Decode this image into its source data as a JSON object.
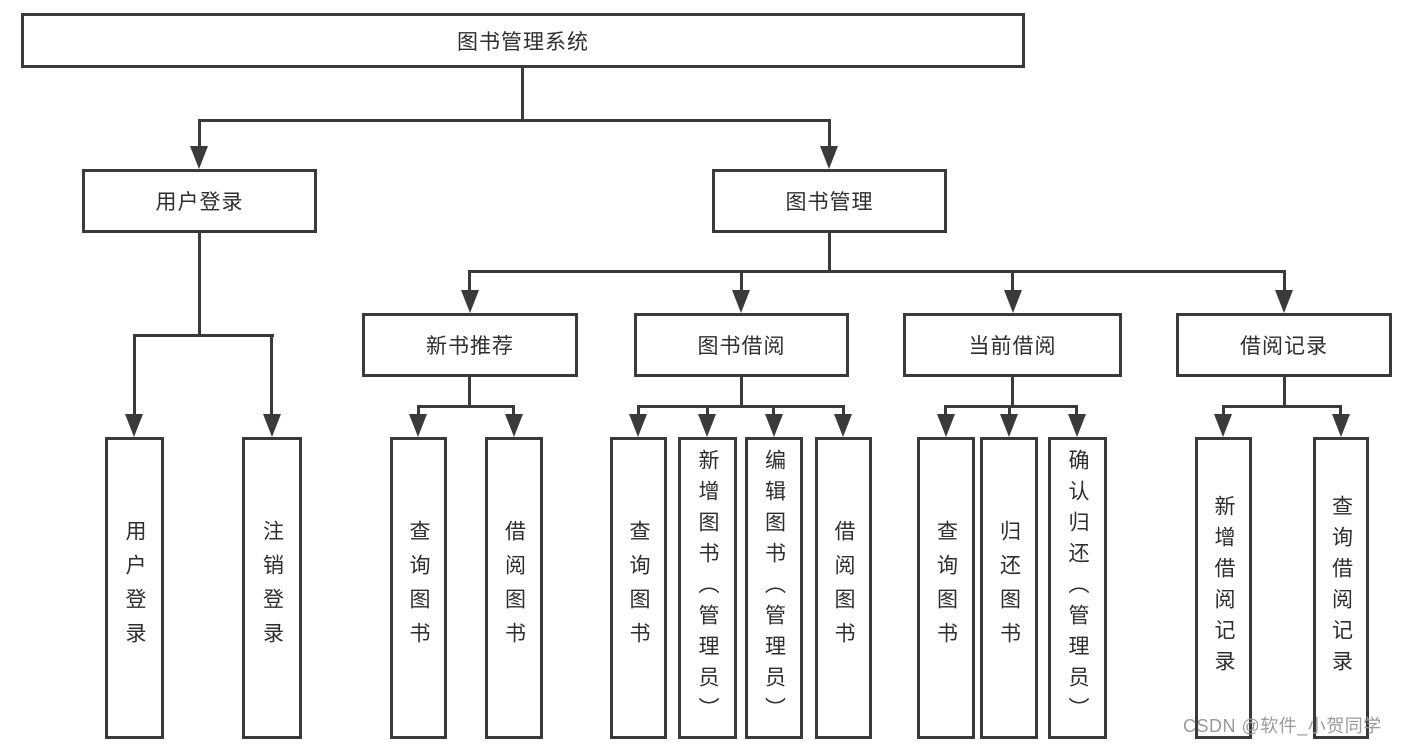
{
  "colors": {
    "line": "#3a3a3a",
    "text": "#2e2e2e",
    "watermark": "#9b9b9b",
    "background": "#ffffff"
  },
  "watermark": {
    "text": "CSDN @软件_小贺同学"
  },
  "tree": {
    "root": "图书管理系统",
    "children": [
      {
        "label": "用户登录",
        "children": [
          {
            "label": "用户登录"
          },
          {
            "label": "注销登录"
          }
        ]
      },
      {
        "label": "图书管理",
        "children": [
          {
            "label": "新书推荐",
            "children": [
              {
                "label": "查询图书"
              },
              {
                "label": "借阅图书"
              }
            ]
          },
          {
            "label": "图书借阅",
            "children": [
              {
                "label": "查询图书"
              },
              {
                "label": "新增图书（管理员）"
              },
              {
                "label": "编辑图书（管理员）"
              },
              {
                "label": "借阅图书"
              }
            ]
          },
          {
            "label": "当前借阅",
            "children": [
              {
                "label": "查询图书"
              },
              {
                "label": "归还图书"
              },
              {
                "label": "确认归还（管理员）"
              }
            ]
          },
          {
            "label": "借阅记录",
            "children": [
              {
                "label": "新增借阅记录"
              },
              {
                "label": "查询借阅记录"
              }
            ]
          }
        ]
      }
    ]
  }
}
